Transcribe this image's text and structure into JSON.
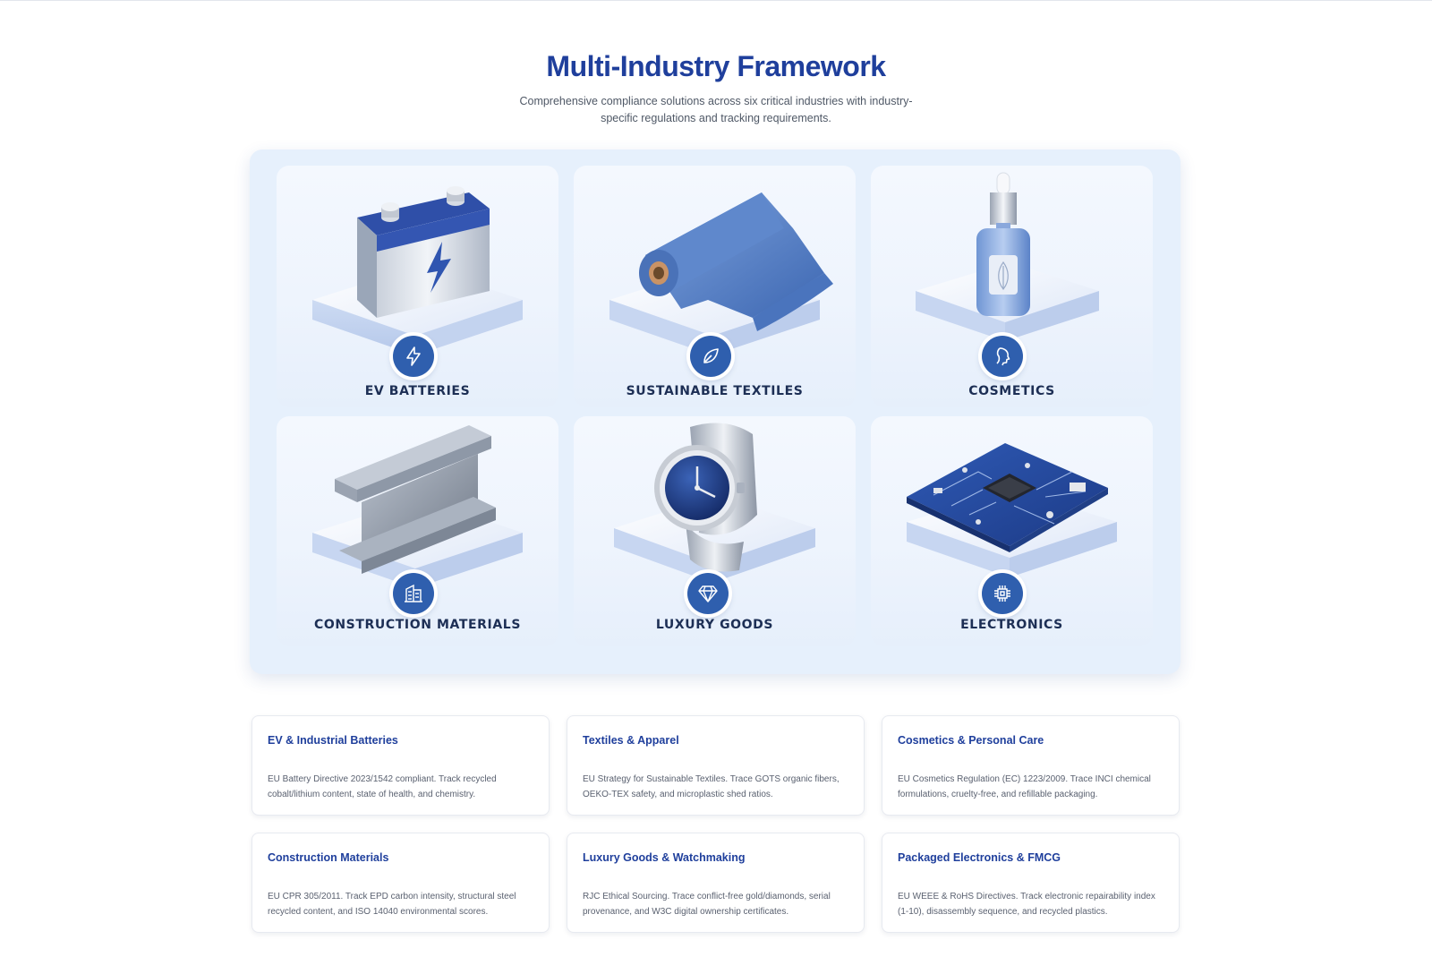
{
  "header": {
    "title": "Multi-Industry Framework",
    "subtitle": "Comprehensive compliance solutions across six critical industries with industry-specific regulations and tracking requirements."
  },
  "showcase": {
    "tiles": [
      {
        "label": "EV BATTERIES",
        "icon": "lightning-icon"
      },
      {
        "label": "SUSTAINABLE TEXTILES",
        "icon": "leaf-icon"
      },
      {
        "label": "COSMETICS",
        "icon": "face-profile-icon"
      },
      {
        "label": "CONSTRUCTION MATERIALS",
        "icon": "building-icon"
      },
      {
        "label": "LUXURY GOODS",
        "icon": "diamond-icon"
      },
      {
        "label": "ELECTRONICS",
        "icon": "chip-icon"
      }
    ]
  },
  "industries": [
    {
      "title": "EV & Industrial Batteries",
      "description": "EU Battery Directive 2023/1542 compliant. Track recycled cobalt/lithium content, state of health, and chemistry."
    },
    {
      "title": "Textiles & Apparel",
      "description": "EU Strategy for Sustainable Textiles. Trace GOTS organic fibers, OEKO-TEX safety, and microplastic shed ratios."
    },
    {
      "title": "Cosmetics & Personal Care",
      "description": "EU Cosmetics Regulation (EC) 1223/2009. Trace INCI chemical formulations, cruelty-free, and refillable packaging."
    },
    {
      "title": "Construction Materials",
      "description": "EU CPR 305/2011. Track EPD carbon intensity, structural steel recycled content, and ISO 14040 environmental scores."
    },
    {
      "title": "Luxury Goods & Watchmaking",
      "description": "RJC Ethical Sourcing. Trace conflict-free gold/diamonds, serial provenance, and W3C digital ownership certificates."
    },
    {
      "title": "Packaged Electronics & FMCG",
      "description": "EU WEEE & RoHS Directives. Track electronic repairability index (1-10), disassembly sequence, and recycled plastics."
    }
  ],
  "colors": {
    "brand": "#1f3f9c",
    "badge": "#2f5fae",
    "panel": "#e6f0fc"
  }
}
